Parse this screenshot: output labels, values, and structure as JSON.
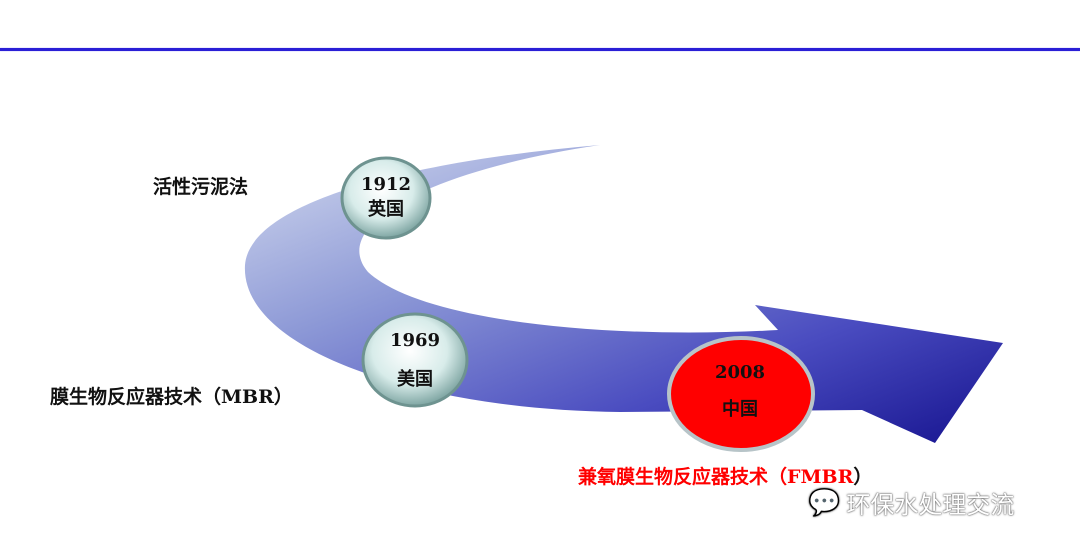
{
  "labels": {
    "activated_sludge": "活性污泥法",
    "mbr": "膜生物反应器技术（MBR）",
    "fmbr_red": "兼氧膜生物反应器技术（FMBR",
    "fmbr_close": "）"
  },
  "milestones": [
    {
      "year": "1912",
      "country": "英国"
    },
    {
      "year": "1969",
      "country": "美国"
    },
    {
      "year": "2008",
      "country": "中国"
    }
  ],
  "watermark": "环保水处理交流",
  "colors": {
    "rule": "#2a1fd6",
    "highlight": "#ff0000",
    "arrow_dark": "#1c1a9e",
    "arrow_light": "#cdd5ec"
  }
}
